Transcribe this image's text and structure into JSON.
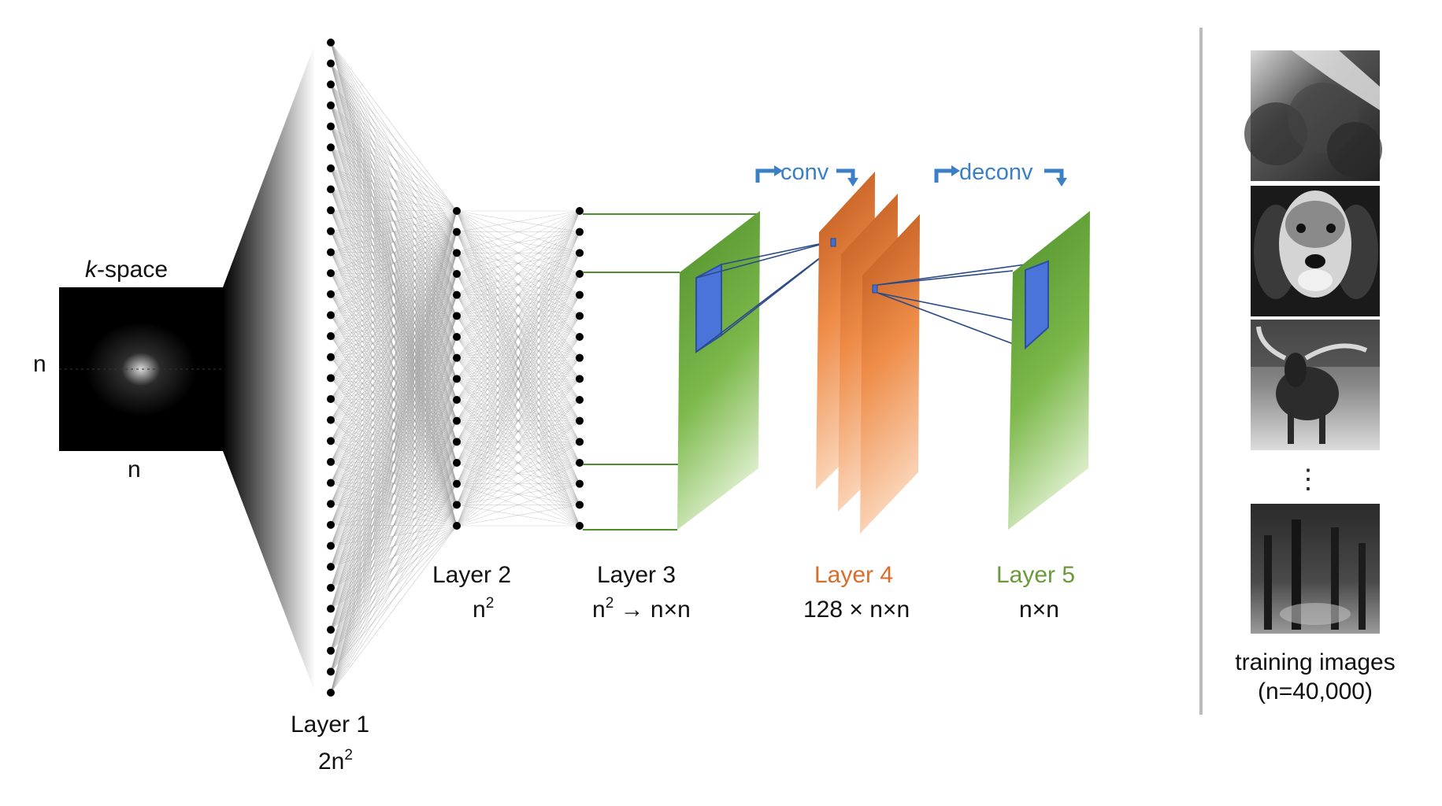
{
  "kspace": {
    "title_italic": "k",
    "title_rest": "-space",
    "dim_left": "n",
    "dim_bottom": "n"
  },
  "layers": {
    "l1": {
      "name": "Layer 1",
      "size_base": "2n",
      "size_sup": "2"
    },
    "l2": {
      "name": "Layer 2",
      "size_base": "n",
      "size_sup": "2"
    },
    "l3": {
      "name": "Layer 3",
      "size_base": "n",
      "size_sup": "2",
      "size_rest": " → n×n"
    },
    "l4": {
      "name": "Layer 4",
      "size": "128 × n×n"
    },
    "l5": {
      "name": "Layer 5",
      "size": "n×n"
    }
  },
  "ops": {
    "conv": "conv",
    "deconv": "deconv"
  },
  "training": {
    "title": "training images",
    "count": "(n=40,000)",
    "ellipsis": "⋮"
  },
  "colors": {
    "blue": "#3b7fc4",
    "orange": "#e07a35",
    "green": "#6aaa3e",
    "kernel": "#3f6fd1"
  }
}
